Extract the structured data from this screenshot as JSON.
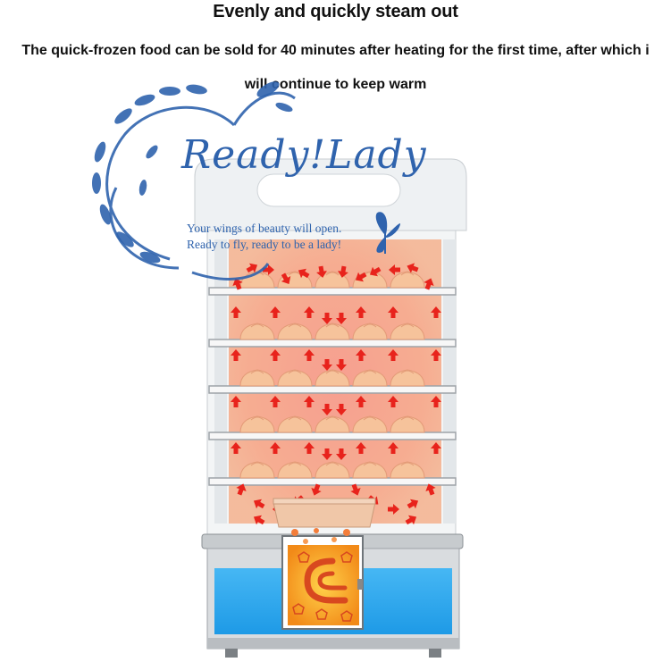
{
  "headline": "Evenly and quickly steam out",
  "subtitle_line1": "The quick-frozen food can be sold for 40 minutes after heating for the first time, after which i",
  "subtitle_line2": "will continue to keep warm",
  "watermark": {
    "brand": "Ready!Lady",
    "tagline_line1": "Your wings of beauty will open.",
    "tagline_line2": "Ready to fly, ready to be a lady!",
    "color": "#2f63ad"
  },
  "colors": {
    "steam_glow": "#f4a182",
    "arrow": "#e8231c",
    "water": "#2aa8ee",
    "heater": "#f7a21b",
    "shelf": "#9ea3a8"
  },
  "icons": [
    "steam-arrow-icon",
    "bun-icon",
    "heating-element-icon",
    "butterfly-icon",
    "floral-swirl-icon"
  ]
}
